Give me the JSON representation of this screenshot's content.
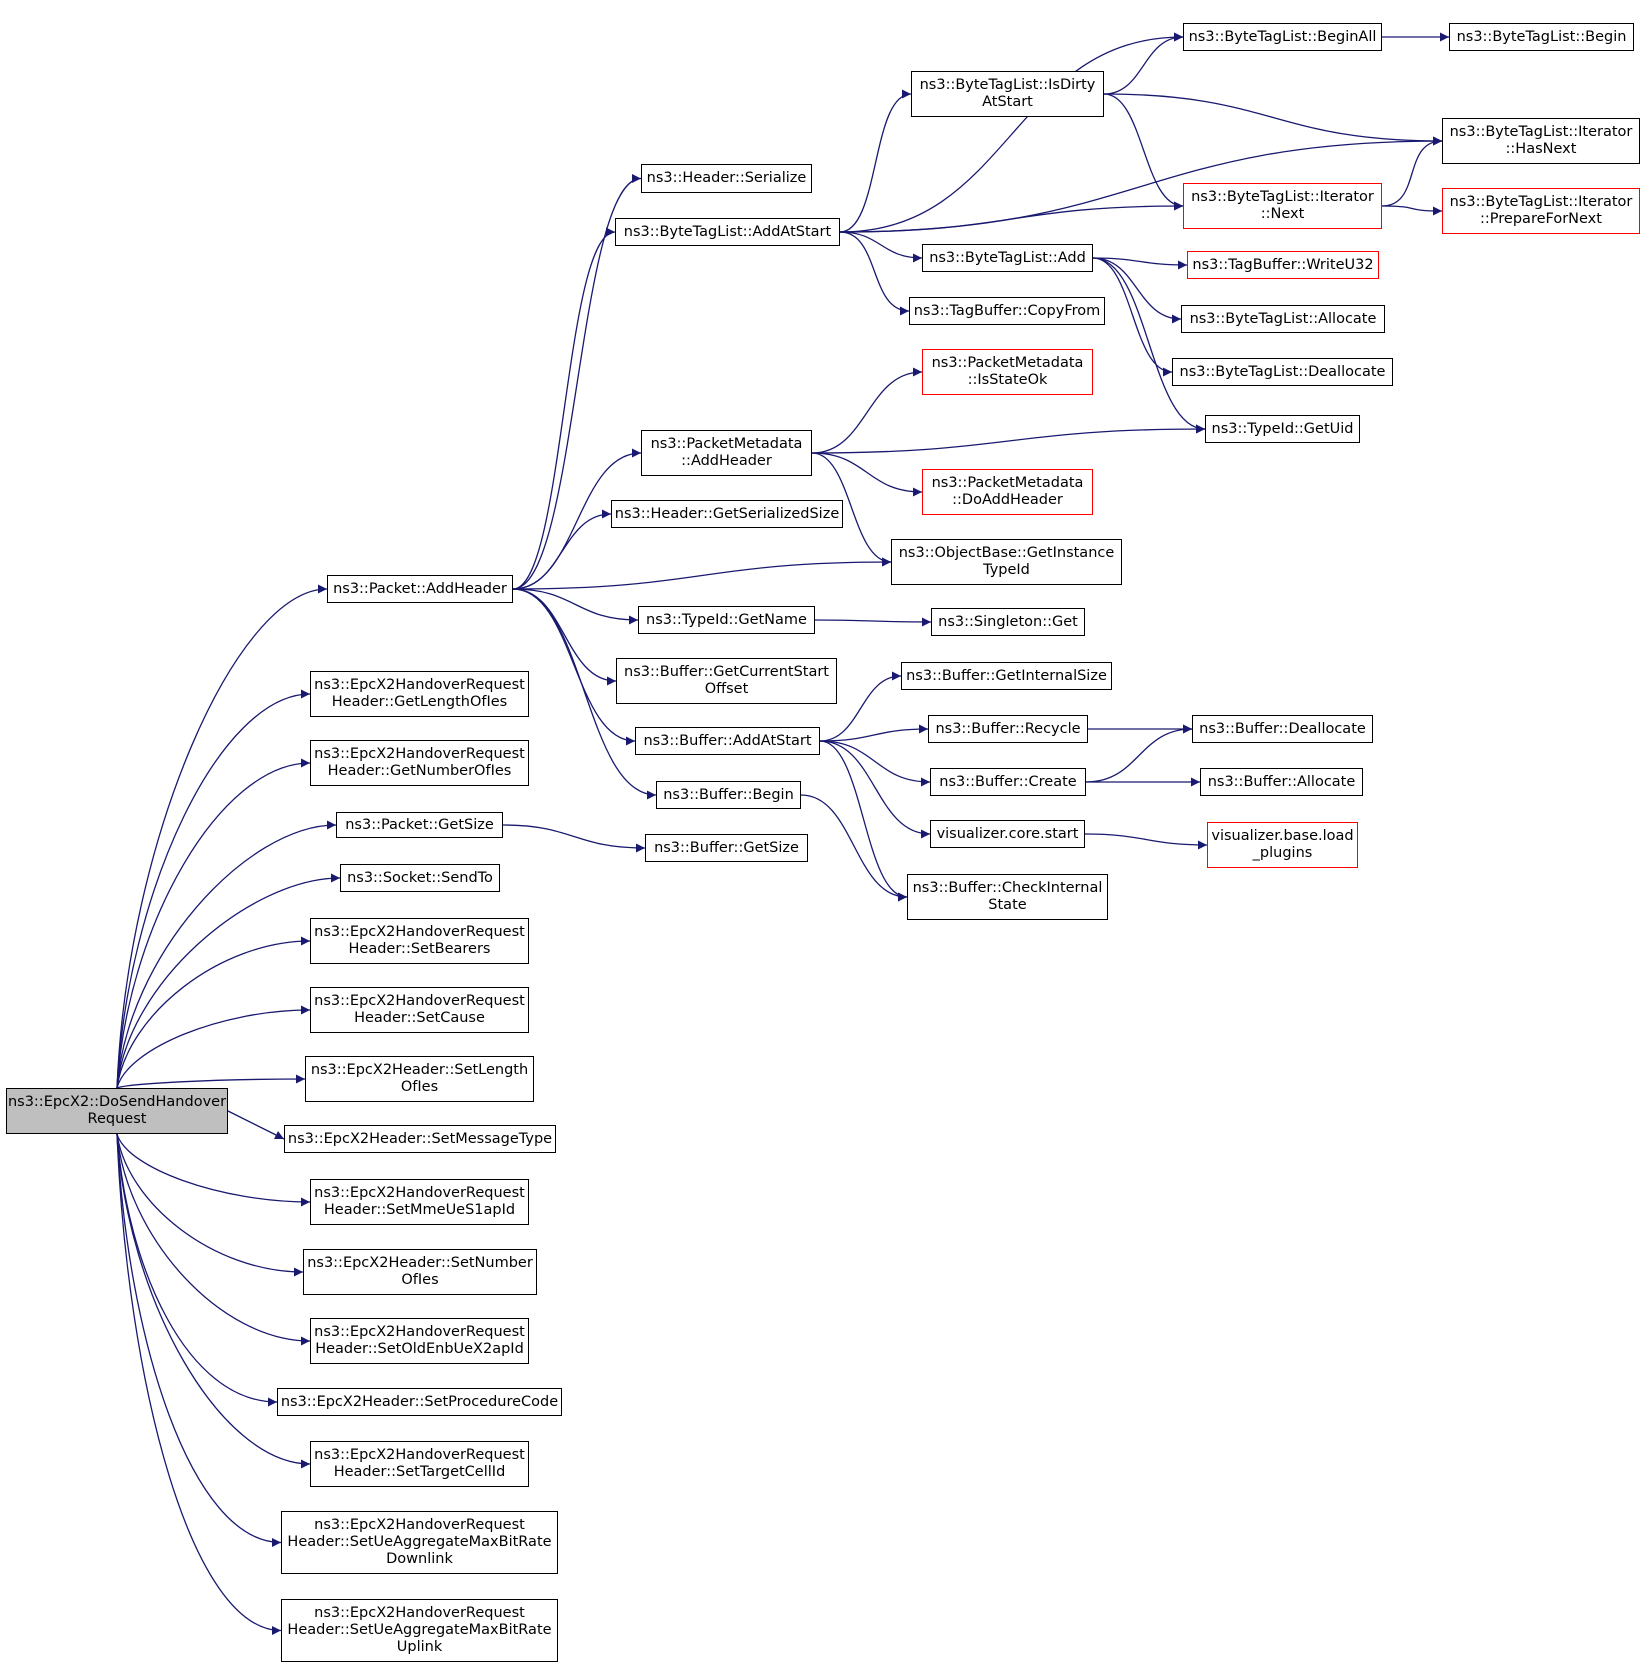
{
  "nodes": [
    {
      "id": "root",
      "label": "ns3::EpcX2::DoSendHandover\nRequest",
      "style": "root"
    },
    {
      "id": "addheader",
      "label": "ns3::Packet::AddHeader",
      "style": "normal"
    },
    {
      "id": "getlengthofies",
      "label": "ns3::EpcX2HandoverRequest\nHeader::GetLengthOfIes",
      "style": "normal"
    },
    {
      "id": "getnumberofies",
      "label": "ns3::EpcX2HandoverRequest\nHeader::GetNumberOfIes",
      "style": "normal"
    },
    {
      "id": "pktgetsize",
      "label": "ns3::Packet::GetSize",
      "style": "normal"
    },
    {
      "id": "sendto",
      "label": "ns3::Socket::SendTo",
      "style": "normal"
    },
    {
      "id": "setbearers",
      "label": "ns3::EpcX2HandoverRequest\nHeader::SetBearers",
      "style": "normal"
    },
    {
      "id": "setcause",
      "label": "ns3::EpcX2HandoverRequest\nHeader::SetCause",
      "style": "normal"
    },
    {
      "id": "setlengthofies",
      "label": "ns3::EpcX2Header::SetLength\nOfIes",
      "style": "normal"
    },
    {
      "id": "setmessagetype",
      "label": "ns3::EpcX2Header::SetMessageType",
      "style": "normal"
    },
    {
      "id": "setmmeues1apid",
      "label": "ns3::EpcX2HandoverRequest\nHeader::SetMmeUeS1apId",
      "style": "normal"
    },
    {
      "id": "setnumberofies",
      "label": "ns3::EpcX2Header::SetNumber\nOfIes",
      "style": "normal"
    },
    {
      "id": "setoldenbuex2apid",
      "label": "ns3::EpcX2HandoverRequest\nHeader::SetOldEnbUeX2apId",
      "style": "normal"
    },
    {
      "id": "setprocedurecode",
      "label": "ns3::EpcX2Header::SetProcedureCode",
      "style": "normal"
    },
    {
      "id": "settargetcellid",
      "label": "ns3::EpcX2HandoverRequest\nHeader::SetTargetCellId",
      "style": "normal"
    },
    {
      "id": "setueaggdl",
      "label": "ns3::EpcX2HandoverRequest\nHeader::SetUeAggregateMaxBitRate\nDownlink",
      "style": "normal"
    },
    {
      "id": "setueaggul",
      "label": "ns3::EpcX2HandoverRequest\nHeader::SetUeAggregateMaxBitRate\nUplink",
      "style": "normal"
    },
    {
      "id": "hdrserialize",
      "label": "ns3::Header::Serialize",
      "style": "normal"
    },
    {
      "id": "btladdatstart",
      "label": "ns3::ByteTagList::AddAtStart",
      "style": "normal"
    },
    {
      "id": "pmaddheader",
      "label": "ns3::PacketMetadata\n::AddHeader",
      "style": "normal"
    },
    {
      "id": "hdrgetsersize",
      "label": "ns3::Header::GetSerializedSize",
      "style": "normal"
    },
    {
      "id": "typeidgetname",
      "label": "ns3::TypeId::GetName",
      "style": "normal"
    },
    {
      "id": "bufgetcurstart",
      "label": "ns3::Buffer::GetCurrentStart\nOffset",
      "style": "normal"
    },
    {
      "id": "bufaddatstart",
      "label": "ns3::Buffer::AddAtStart",
      "style": "normal"
    },
    {
      "id": "bufbegin",
      "label": "ns3::Buffer::Begin",
      "style": "normal"
    },
    {
      "id": "bufgetsize",
      "label": "ns3::Buffer::GetSize",
      "style": "normal"
    },
    {
      "id": "btlisdirty",
      "label": "ns3::ByteTagList::IsDirty\nAtStart",
      "style": "normal"
    },
    {
      "id": "btladd",
      "label": "ns3::ByteTagList::Add",
      "style": "normal"
    },
    {
      "id": "tbcopyfrom",
      "label": "ns3::TagBuffer::CopyFrom",
      "style": "normal"
    },
    {
      "id": "pmisstateok",
      "label": "ns3::PacketMetadata\n::IsStateOk",
      "style": "red"
    },
    {
      "id": "pmdoaddheader",
      "label": "ns3::PacketMetadata\n::DoAddHeader",
      "style": "red"
    },
    {
      "id": "objgetinsttid",
      "label": "ns3::ObjectBase::GetInstance\nTypeId",
      "style": "normal"
    },
    {
      "id": "singletonget",
      "label": "ns3::Singleton::Get",
      "style": "normal"
    },
    {
      "id": "bufgetintsize",
      "label": "ns3::Buffer::GetInternalSize",
      "style": "normal"
    },
    {
      "id": "bufrecycle",
      "label": "ns3::Buffer::Recycle",
      "style": "normal"
    },
    {
      "id": "bufcreate",
      "label": "ns3::Buffer::Create",
      "style": "normal"
    },
    {
      "id": "vizcorestart",
      "label": "visualizer.core.start",
      "style": "normal"
    },
    {
      "id": "bufcheckint",
      "label": "ns3::Buffer::CheckInternal\nState",
      "style": "normal"
    },
    {
      "id": "btlbeginall",
      "label": "ns3::ByteTagList::BeginAll",
      "style": "normal"
    },
    {
      "id": "btlbegin",
      "label": "ns3::ByteTagList::Begin",
      "style": "normal"
    },
    {
      "id": "btlithasnext",
      "label": "ns3::ByteTagList::Iterator\n::HasNext",
      "style": "normal"
    },
    {
      "id": "btlitnext",
      "label": "ns3::ByteTagList::Iterator\n::Next",
      "style": "red"
    },
    {
      "id": "btlitprep",
      "label": "ns3::ByteTagList::Iterator\n::PrepareForNext",
      "style": "red"
    },
    {
      "id": "tbwriteu32",
      "label": "ns3::TagBuffer::WriteU32",
      "style": "red"
    },
    {
      "id": "btlallocate",
      "label": "ns3::ByteTagList::Allocate",
      "style": "normal"
    },
    {
      "id": "btldealloc",
      "label": "ns3::ByteTagList::Deallocate",
      "style": "normal"
    },
    {
      "id": "typeidgetuid",
      "label": "ns3::TypeId::GetUid",
      "style": "normal"
    },
    {
      "id": "bufdealloc",
      "label": "ns3::Buffer::Deallocate",
      "style": "normal"
    },
    {
      "id": "bufallocate",
      "label": "ns3::Buffer::Allocate",
      "style": "normal"
    },
    {
      "id": "vizloadplugins",
      "label": "visualizer.base.load\n_plugins",
      "style": "red"
    }
  ],
  "edges": [
    [
      "root",
      "addheader"
    ],
    [
      "root",
      "getlengthofies"
    ],
    [
      "root",
      "getnumberofies"
    ],
    [
      "root",
      "pktgetsize"
    ],
    [
      "root",
      "sendto"
    ],
    [
      "root",
      "setbearers"
    ],
    [
      "root",
      "setcause"
    ],
    [
      "root",
      "setlengthofies"
    ],
    [
      "root",
      "setmessagetype"
    ],
    [
      "root",
      "setmmeues1apid"
    ],
    [
      "root",
      "setnumberofies"
    ],
    [
      "root",
      "setoldenbuex2apid"
    ],
    [
      "root",
      "setprocedurecode"
    ],
    [
      "root",
      "settargetcellid"
    ],
    [
      "root",
      "setueaggdl"
    ],
    [
      "root",
      "setueaggul"
    ],
    [
      "addheader",
      "hdrserialize"
    ],
    [
      "addheader",
      "btladdatstart"
    ],
    [
      "addheader",
      "pmaddheader"
    ],
    [
      "addheader",
      "hdrgetsersize"
    ],
    [
      "addheader",
      "objgetinsttid"
    ],
    [
      "addheader",
      "typeidgetname"
    ],
    [
      "addheader",
      "bufgetcurstart"
    ],
    [
      "addheader",
      "bufaddatstart"
    ],
    [
      "addheader",
      "bufbegin"
    ],
    [
      "pktgetsize",
      "bufgetsize"
    ],
    [
      "btladdatstart",
      "btlbeginall"
    ],
    [
      "btladdatstart",
      "btlisdirty"
    ],
    [
      "btladdatstart",
      "btlithasnext"
    ],
    [
      "btladdatstart",
      "btlitnext"
    ],
    [
      "btladdatstart",
      "btladd"
    ],
    [
      "btladdatstart",
      "tbcopyfrom"
    ],
    [
      "btlisdirty",
      "btlbeginall"
    ],
    [
      "btlisdirty",
      "btlithasnext"
    ],
    [
      "btlisdirty",
      "btlitnext"
    ],
    [
      "btlbeginall",
      "btlbegin"
    ],
    [
      "btlitnext",
      "btlithasnext"
    ],
    [
      "btlitnext",
      "btlitprep"
    ],
    [
      "btladd",
      "tbwriteu32"
    ],
    [
      "btladd",
      "btlallocate"
    ],
    [
      "btladd",
      "btldealloc"
    ],
    [
      "btladd",
      "typeidgetuid"
    ],
    [
      "pmaddheader",
      "pmisstateok"
    ],
    [
      "pmaddheader",
      "typeidgetuid"
    ],
    [
      "pmaddheader",
      "pmdoaddheader"
    ],
    [
      "pmaddheader",
      "objgetinsttid"
    ],
    [
      "typeidgetname",
      "singletonget"
    ],
    [
      "bufaddatstart",
      "bufgetintsize"
    ],
    [
      "bufaddatstart",
      "bufrecycle"
    ],
    [
      "bufaddatstart",
      "bufcreate"
    ],
    [
      "bufaddatstart",
      "vizcorestart"
    ],
    [
      "bufaddatstart",
      "bufcheckint"
    ],
    [
      "bufbegin",
      "bufcheckint"
    ],
    [
      "bufrecycle",
      "bufdealloc"
    ],
    [
      "bufcreate",
      "bufdealloc"
    ],
    [
      "bufcreate",
      "bufallocate"
    ],
    [
      "vizcorestart",
      "vizloadplugins"
    ]
  ],
  "colors": {
    "edge": "#191970",
    "node_border": "#000000",
    "node_border_red": "#ff0000",
    "root_fill": "#bfbfbf",
    "background": "#ffffff"
  }
}
